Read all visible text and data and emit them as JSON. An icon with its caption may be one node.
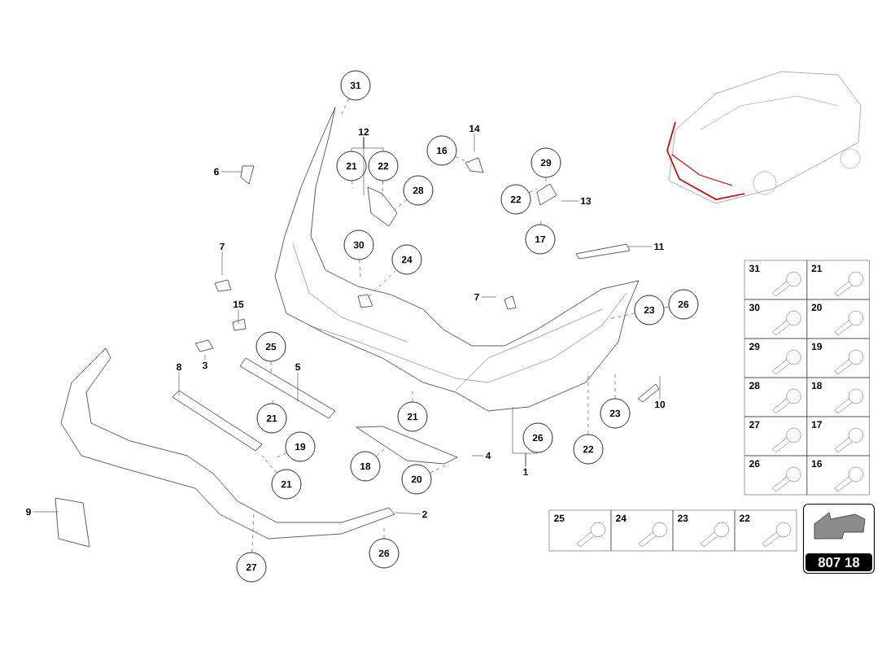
{
  "diagram": {
    "nodes": [
      {
        "text": [
          "31"
        ]
      },
      {
        "text": [
          "12"
        ]
      },
      {
        "text": [
          "21"
        ]
      },
      {
        "text": [
          "22"
        ]
      },
      {
        "text": [
          "16"
        ]
      },
      {
        "text": [
          "14"
        ]
      },
      {
        "text": [
          "6"
        ]
      },
      {
        "text": [
          "28"
        ]
      },
      {
        "text": [
          "29"
        ]
      },
      {
        "text": [
          "22"
        ]
      },
      {
        "text": [
          "13"
        ]
      },
      {
        "text": [
          "17"
        ]
      },
      {
        "text": [
          "30"
        ]
      },
      {
        "text": [
          "24"
        ]
      },
      {
        "text": [
          "11"
        ]
      },
      {
        "text": [
          "7"
        ]
      },
      {
        "text": [
          "7"
        ]
      },
      {
        "text": [
          "15"
        ]
      },
      {
        "text": [
          "23"
        ]
      },
      {
        "text": [
          "26"
        ]
      },
      {
        "text": [
          "3"
        ]
      },
      {
        "text": [
          "25"
        ]
      },
      {
        "text": [
          "5"
        ]
      },
      {
        "text": [
          "8"
        ]
      },
      {
        "text": [
          "21"
        ]
      },
      {
        "text": [
          "21"
        ]
      },
      {
        "text": [
          "19"
        ]
      },
      {
        "text": [
          "23"
        ]
      },
      {
        "text": [
          "10"
        ]
      },
      {
        "text": [
          "26"
        ]
      },
      {
        "text": [
          "4"
        ]
      },
      {
        "text": [
          "18"
        ]
      },
      {
        "text": [
          "20"
        ]
      },
      {
        "text": [
          "21"
        ]
      },
      {
        "text": [
          "22"
        ]
      },
      {
        "text": [
          "1"
        ]
      },
      {
        "text": [
          "9"
        ]
      },
      {
        "text": [
          "2"
        ]
      },
      {
        "text": [
          "26"
        ]
      },
      {
        "text": [
          "27"
        ]
      },
      {
        "text": [
          "31"
        ]
      },
      {
        "text": [
          "21"
        ]
      },
      {
        "text": [
          "30"
        ]
      },
      {
        "text": [
          "20"
        ]
      },
      {
        "text": [
          "29"
        ]
      },
      {
        "text": [
          "19"
        ]
      },
      {
        "text": [
          "28"
        ]
      },
      {
        "text": [
          "18"
        ]
      },
      {
        "text": [
          "27"
        ]
      },
      {
        "text": [
          "17"
        ]
      },
      {
        "text": [
          "26"
        ]
      },
      {
        "text": [
          "16"
        ]
      },
      {
        "text": [
          "25"
        ]
      },
      {
        "text": [
          "24"
        ]
      },
      {
        "text": [
          "23"
        ]
      },
      {
        "text": [
          "22"
        ]
      },
      {
        "text": [
          "807 18"
        ]
      }
    ],
    "edges": [
      {
        "from": 0,
        "to": null,
        "arrow": "none",
        "style": "dashed"
      },
      {
        "from": 1,
        "to": 2,
        "arrow": "none"
      },
      {
        "from": 1,
        "to": 3,
        "arrow": "none"
      },
      {
        "from": 1,
        "to": null,
        "arrow": "none"
      },
      {
        "from": 2,
        "to": null,
        "arrow": "none",
        "style": "dashed"
      },
      {
        "from": 3,
        "to": null,
        "arrow": "none",
        "style": "dashed"
      },
      {
        "from": 4,
        "to": null,
        "arrow": "none",
        "style": "dashed"
      },
      {
        "from": 5,
        "to": null,
        "arrow": "none"
      },
      {
        "from": 6,
        "to": null,
        "arrow": "none"
      },
      {
        "from": 7,
        "to": null,
        "arrow": "none",
        "style": "dashed"
      },
      {
        "from": 8,
        "to": null,
        "arrow": "none",
        "style": "dashed"
      },
      {
        "from": 9,
        "to": null,
        "arrow": "none",
        "style": "dashed"
      },
      {
        "from": 10,
        "to": null,
        "arrow": "none"
      },
      {
        "from": 11,
        "to": null,
        "arrow": "none",
        "style": "dashed"
      },
      {
        "from": 12,
        "to": null,
        "arrow": "none",
        "style": "dashed"
      },
      {
        "from": 13,
        "to": null,
        "arrow": "none",
        "style": "dashed"
      },
      {
        "from": 14,
        "to": null,
        "arrow": "none"
      },
      {
        "from": 15,
        "to": null,
        "arrow": "none"
      },
      {
        "from": 16,
        "to": null,
        "arrow": "none"
      },
      {
        "from": 17,
        "to": null,
        "arrow": "none"
      },
      {
        "from": 18,
        "to": null,
        "arrow": "none",
        "style": "dashed"
      },
      {
        "from": 18,
        "to": 19,
        "arrow": "none"
      },
      {
        "from": 20,
        "to": null,
        "arrow": "none"
      },
      {
        "from": 21,
        "to": null,
        "arrow": "none",
        "style": "dashed"
      },
      {
        "from": 22,
        "to": null,
        "arrow": "none"
      },
      {
        "from": 23,
        "to": null,
        "arrow": "none"
      },
      {
        "from": 24,
        "to": null,
        "arrow": "none",
        "style": "dashed"
      },
      {
        "from": 25,
        "to": null,
        "arrow": "none",
        "style": "dashed"
      },
      {
        "from": 26,
        "to": null,
        "arrow": "none",
        "style": "dashed"
      },
      {
        "from": 27,
        "to": null,
        "arrow": "none",
        "style": "dashed"
      },
      {
        "from": 28,
        "to": null,
        "arrow": "none"
      },
      {
        "from": 35,
        "to": 29,
        "arrow": "none"
      },
      {
        "from": 35,
        "to": null,
        "arrow": "none"
      },
      {
        "from": 30,
        "to": null,
        "arrow": "none"
      },
      {
        "from": 31,
        "to": null,
        "arrow": "none",
        "style": "dashed"
      },
      {
        "from": 32,
        "to": null,
        "arrow": "none",
        "style": "dashed"
      },
      {
        "from": 33,
        "to": null,
        "arrow": "none",
        "style": "dashed"
      },
      {
        "from": 34,
        "to": null,
        "arrow": "none",
        "style": "dashed"
      },
      {
        "from": 36,
        "to": null,
        "arrow": "none"
      },
      {
        "from": 37,
        "to": null,
        "arrow": "none"
      },
      {
        "from": 38,
        "to": null,
        "arrow": "none",
        "style": "dashed"
      },
      {
        "from": 39,
        "to": null,
        "arrow": "none",
        "style": "dashed"
      }
    ]
  }
}
